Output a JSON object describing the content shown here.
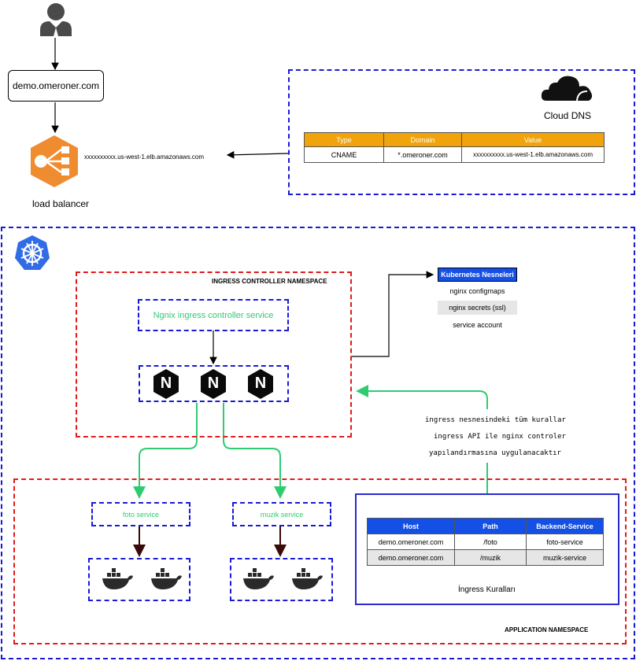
{
  "user": {
    "icon": "user-icon"
  },
  "domain_box": {
    "label": "demo.omeroner.com"
  },
  "load_balancer": {
    "hostname": "xxxxxxxxxx.us-west-1.elb.amazonaws.com",
    "label": "load balancer",
    "icon": "load-balancer-icon"
  },
  "cloud_dns": {
    "label": "Cloud DNS",
    "icon": "cloud-icon",
    "header_color": "#f0a30a",
    "headers": [
      "Type",
      "Domain",
      "Value"
    ],
    "row": [
      "CNAME",
      "*.omeroner.com",
      "xxxxxxxxxx.us-west-1.elb.amazonaws.com"
    ]
  },
  "k8s_objects": {
    "title": "Kubernetes Nesneleri",
    "items": [
      "nginx configmaps",
      "nginx secrets (ssl)",
      "service account"
    ]
  },
  "ingress_ns": {
    "title": "INGRESS CONTROLLER NAMESPACE",
    "service": "Ngnix ingress controller service",
    "pods": [
      "N",
      "N",
      "N"
    ]
  },
  "note": {
    "lines": [
      "ingress nesnesindeki tüm kurallar",
      "ingress API ile nginx controler",
      "yapılandırmasına uygulanacaktır"
    ]
  },
  "app_ns": {
    "title": "APPLICATION NAMESPACE",
    "foto_service": "foto service",
    "muzik_service": "muzik service"
  },
  "ingress_rules": {
    "title": "İngress Kuralları",
    "header_color": "#1450e6",
    "headers": [
      "Host",
      "Path",
      "Backend-Service"
    ],
    "rows": [
      [
        "demo.omeroner.com",
        "/foto",
        "foto-service"
      ],
      [
        "demo.omeroner.com",
        "/muzik",
        "muzik-service"
      ]
    ]
  },
  "colors": {
    "blue_dash": "#1a1ad6",
    "red_dash": "#e01c1c",
    "green_arrow": "#2ecc71",
    "dark_arrow": "#3a0a0a"
  }
}
